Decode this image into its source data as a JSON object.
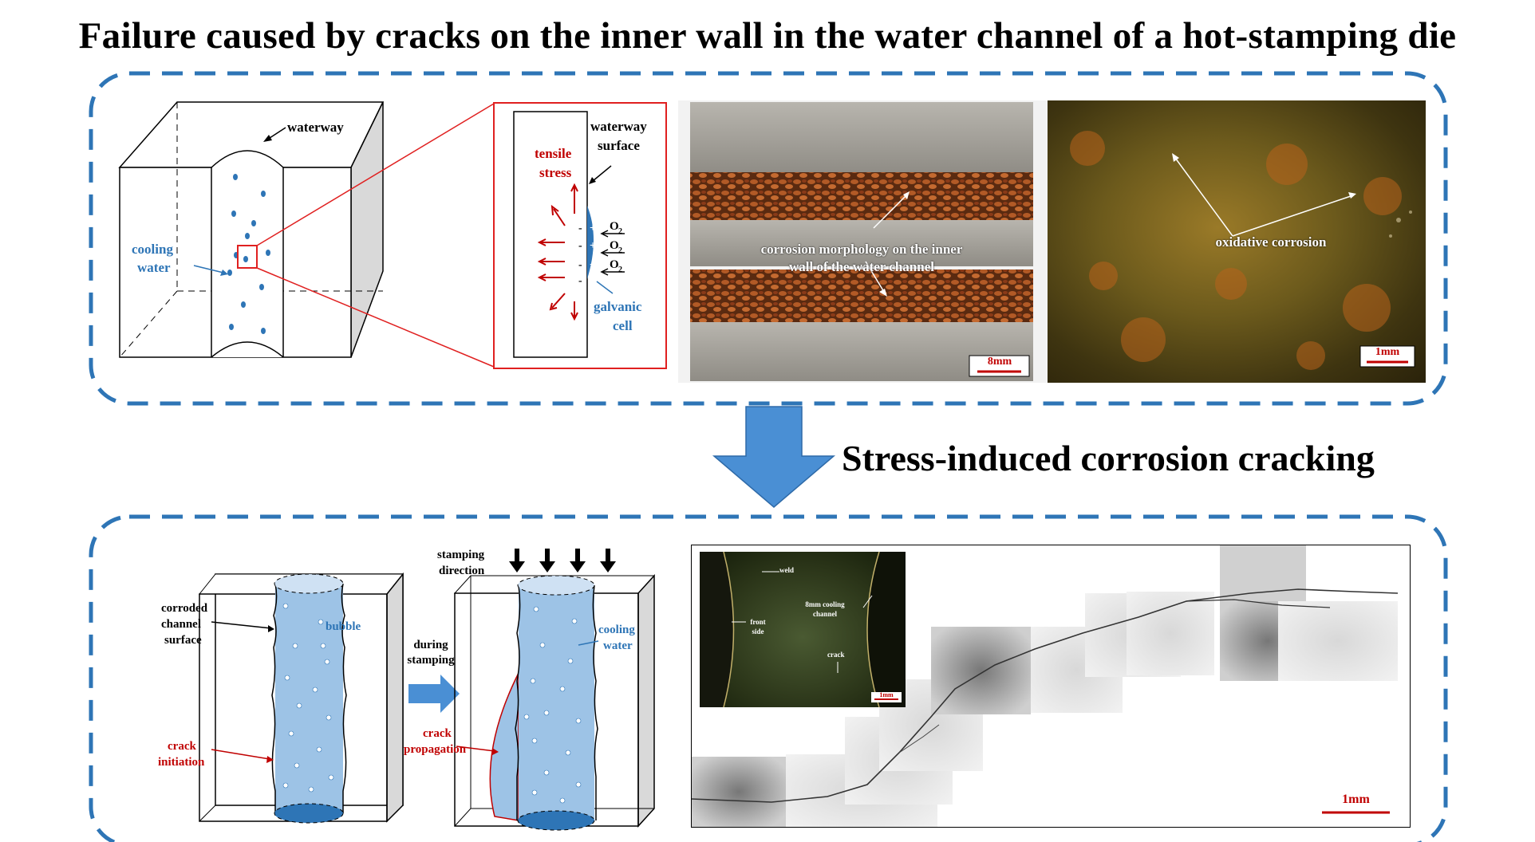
{
  "title": "Failure caused by cracks on the inner wall in the water channel of a hot-stamping die",
  "subtitle": "Stress-induced corrosion cracking",
  "colors": {
    "frame_blue": "#2e75b6",
    "arrow_blue": "#4a8fd4",
    "water_blue": "#9dc3e6",
    "red": "#c00000",
    "label_blue": "#2e75b6"
  },
  "top_panel": {
    "block_diagram": {
      "waterway": "waterway",
      "cooling_water": [
        "cooling",
        "water"
      ]
    },
    "zoom_diagram": {
      "waterway_surface": [
        "waterway",
        "surface"
      ],
      "tensile_stress": [
        "tensile",
        "stress"
      ],
      "galvanic_cell": [
        "galvanic",
        "cell"
      ],
      "o2_label": "O",
      "o2_sub": "2"
    },
    "photo_channel": {
      "annotation": [
        "corrosion morphology on the inner",
        "wall of the water channel"
      ],
      "scale": "8mm"
    },
    "photo_micro": {
      "annotation": "oxidative corrosion",
      "scale": "1mm"
    }
  },
  "bottom_panel": {
    "left_block": {
      "corroded_surface": [
        "corroded",
        "channel",
        "surface"
      ],
      "bubble": "bubble",
      "crack_initiation": [
        "crack",
        "initiation"
      ]
    },
    "middle_arrow": [
      "during",
      "stamping"
    ],
    "right_block": {
      "stamping_direction": [
        "stamping",
        "direction"
      ],
      "cooling_water": [
        "cooling",
        "water"
      ],
      "crack_propagation": [
        "crack",
        "propagation"
      ]
    },
    "micrograph": {
      "inset": {
        "weld": "weld",
        "cooling_channel": [
          "8mm cooling",
          "channel"
        ],
        "front_side": [
          "front",
          "side"
        ],
        "crack": "crack",
        "scale": "1mm"
      },
      "scale": "1mm"
    }
  }
}
